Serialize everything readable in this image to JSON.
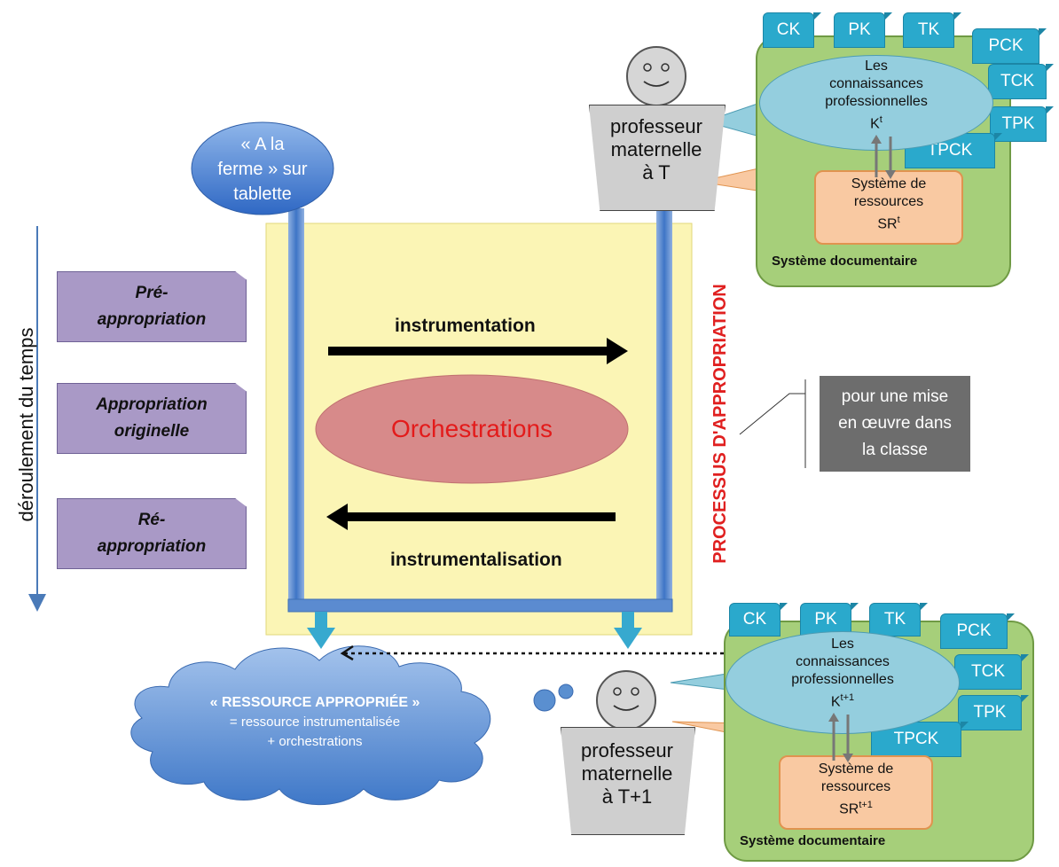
{
  "tablet": {
    "line1": "« A la",
    "line2": "ferme » sur",
    "line3": "tablette"
  },
  "axis": {
    "label": "déroulement du temps"
  },
  "phases": [
    {
      "line1": "Pré-",
      "line2": "appropriation"
    },
    {
      "line1": "Appropriation",
      "line2": "originelle"
    },
    {
      "line1": "Ré-",
      "line2": "appropriation"
    }
  ],
  "process": {
    "vertical_label": "PROCESSUS D'APPROPRIATION",
    "instrumentation": "instrumentation",
    "instrumentalisation": "instrumentalisation",
    "orchestrations": "Orchestrations"
  },
  "callout": {
    "line1": "pour une mise",
    "line2": "en œuvre dans",
    "line3": "la classe"
  },
  "teacher_top": {
    "line1": "professeur",
    "line2": "maternelle",
    "line3": "à T"
  },
  "teacher_bottom": {
    "line1": "professeur",
    "line2": "maternelle",
    "line3": "à T+1"
  },
  "tabs": [
    "CK",
    "PK",
    "TK",
    "PCK",
    "TCK",
    "TPK",
    "TPCK"
  ],
  "system_top": {
    "knowledge": {
      "line1": "Les",
      "line2": "connaissances",
      "line3": "professionnelles",
      "k": "K",
      "k_sup": "t"
    },
    "resources": {
      "line1": "Système de",
      "line2": "ressources",
      "sr": "SR",
      "sr_sup": "t"
    },
    "label": "Système documentaire"
  },
  "system_bottom": {
    "knowledge": {
      "line1": "Les",
      "line2": "connaissances",
      "line3": "professionnelles",
      "k": "K",
      "k_sup": "t+1"
    },
    "resources": {
      "line1": "Système de",
      "line2": "ressources",
      "sr": "SR",
      "sr_sup": "t+1"
    },
    "label": "Système documentaire"
  },
  "cloud": {
    "title": "« RESSOURCE APPROPRIÉE »",
    "line2": "= ressource instrumentalisée",
    "line3": "+ orchestrations"
  },
  "colors": {
    "tab": "#2aa9cc",
    "docsys": "#a6cf7a",
    "knowledge": "#94cede",
    "resources": "#f9c9a2",
    "phase": "#a999c6",
    "process_bg": "#fbf5b5",
    "orchestrations": "#d78a8a",
    "process_label": "#e02020",
    "callout_bg": "#6d6d6d",
    "cloud": "#5a8fd0"
  }
}
